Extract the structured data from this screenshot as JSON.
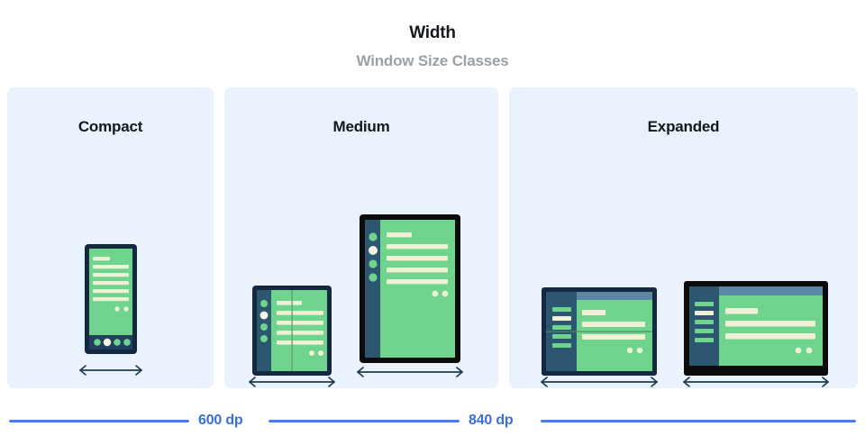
{
  "header": {
    "title": "Width",
    "subtitle": "Window Size Classes"
  },
  "panels": [
    {
      "id": "compact",
      "label": "Compact"
    },
    {
      "id": "medium",
      "label": "Medium"
    },
    {
      "id": "expanded",
      "label": "Expanded"
    }
  ],
  "devices": [
    {
      "panel": "compact",
      "name": "phone-portrait",
      "icon": "phone-icon"
    },
    {
      "panel": "medium",
      "name": "foldable-portrait",
      "icon": "foldable-icon"
    },
    {
      "panel": "medium",
      "name": "tablet-portrait",
      "icon": "tablet-icon"
    },
    {
      "panel": "expanded",
      "name": "foldable-landscape-unfolded",
      "icon": "foldable-open-icon"
    },
    {
      "panel": "expanded",
      "name": "tablet-landscape",
      "icon": "laptop-icon"
    }
  ],
  "breakpoints": [
    {
      "label": "600 dp"
    },
    {
      "label": "840 dp"
    }
  ],
  "colors": {
    "panel_bg": "#eaf2fd",
    "screen_green": "#6fd48d",
    "content_cream": "#eff0d6",
    "rail_blue": "#2d5670",
    "frame_navy": "#14293f",
    "frame_black": "#0b0b0b",
    "accent_blue": "#4a7fe0",
    "label_dark": "#14181c",
    "subtitle_gray": "#9aa0a6"
  },
  "arrow": {
    "name": "width-arrow",
    "glyph": "double-arrow-icon"
  }
}
